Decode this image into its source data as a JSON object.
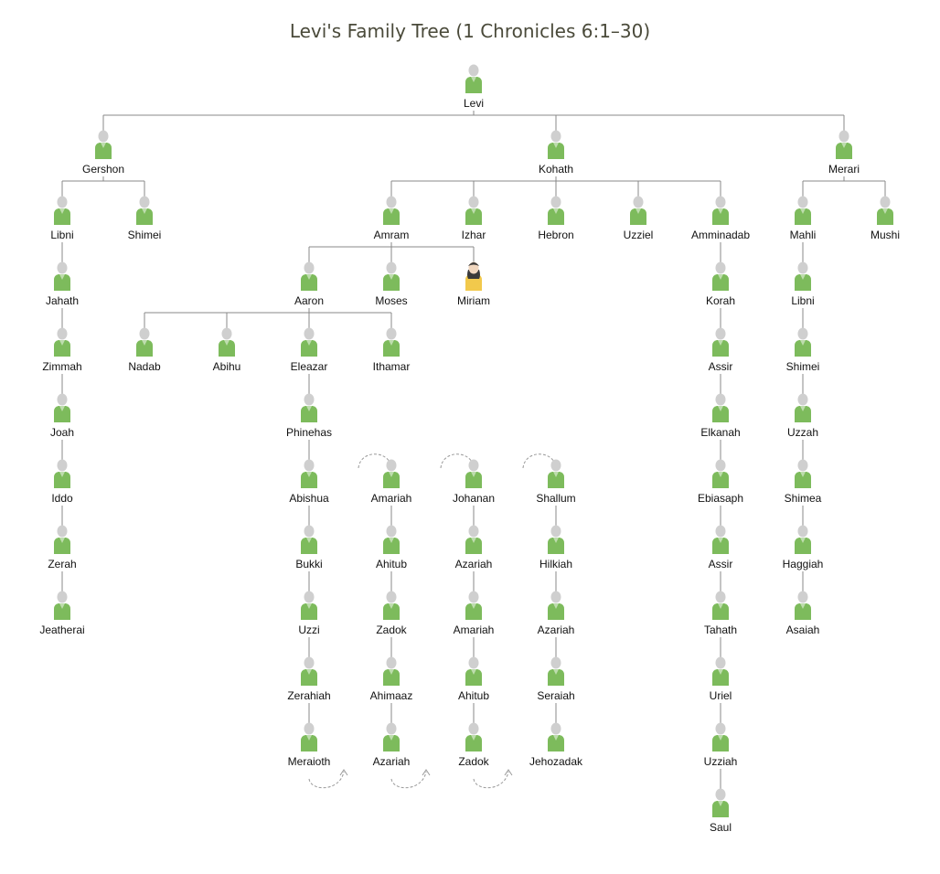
{
  "title": "Levi's Family Tree (1 Chronicles 6:1–30)",
  "colors": {
    "male_body": "#7dbb5c",
    "female_body": "#f2c94c",
    "head": "#cfcfcf",
    "female_hair": "#3a3a3a",
    "line": "#888888",
    "arc": "#999999"
  },
  "nodes": [
    {
      "id": "levi",
      "name": "Levi",
      "gender": "m"
    },
    {
      "id": "gershon",
      "name": "Gershon",
      "gender": "m"
    },
    {
      "id": "kohath",
      "name": "Kohath",
      "gender": "m"
    },
    {
      "id": "merari",
      "name": "Merari",
      "gender": "m"
    },
    {
      "id": "libni1",
      "name": "Libni",
      "gender": "m"
    },
    {
      "id": "shimei1",
      "name": "Shimei",
      "gender": "m"
    },
    {
      "id": "jahath1",
      "name": "Jahath",
      "gender": "m"
    },
    {
      "id": "zimmah",
      "name": "Zimmah",
      "gender": "m"
    },
    {
      "id": "joah",
      "name": "Joah",
      "gender": "m"
    },
    {
      "id": "iddo",
      "name": "Iddo",
      "gender": "m"
    },
    {
      "id": "zerah",
      "name": "Zerah",
      "gender": "m"
    },
    {
      "id": "jeatherai",
      "name": "Jeatherai",
      "gender": "m"
    },
    {
      "id": "amram",
      "name": "Amram",
      "gender": "m"
    },
    {
      "id": "izhar",
      "name": "Izhar",
      "gender": "m"
    },
    {
      "id": "hebron",
      "name": "Hebron",
      "gender": "m"
    },
    {
      "id": "uzziel",
      "name": "Uzziel",
      "gender": "m"
    },
    {
      "id": "amminadab",
      "name": "Amminadab",
      "gender": "m"
    },
    {
      "id": "aaron",
      "name": "Aaron",
      "gender": "m"
    },
    {
      "id": "moses",
      "name": "Moses",
      "gender": "m"
    },
    {
      "id": "miriam",
      "name": "Miriam",
      "gender": "f"
    },
    {
      "id": "nadab",
      "name": "Nadab",
      "gender": "m"
    },
    {
      "id": "abihu",
      "name": "Abihu",
      "gender": "m"
    },
    {
      "id": "eleazar",
      "name": "Eleazar",
      "gender": "m"
    },
    {
      "id": "ithamar",
      "name": "Ithamar",
      "gender": "m"
    },
    {
      "id": "phinehas",
      "name": "Phinehas",
      "gender": "m"
    },
    {
      "id": "abishua",
      "name": "Abishua",
      "gender": "m"
    },
    {
      "id": "bukki",
      "name": "Bukki",
      "gender": "m"
    },
    {
      "id": "uzzi",
      "name": "Uzzi",
      "gender": "m"
    },
    {
      "id": "zerahiah",
      "name": "Zerahiah",
      "gender": "m"
    },
    {
      "id": "meraioth",
      "name": "Meraioth",
      "gender": "m"
    },
    {
      "id": "amariah1",
      "name": "Amariah",
      "gender": "m"
    },
    {
      "id": "ahitub1",
      "name": "Ahitub",
      "gender": "m"
    },
    {
      "id": "zadok1",
      "name": "Zadok",
      "gender": "m"
    },
    {
      "id": "ahimaaz",
      "name": "Ahimaaz",
      "gender": "m"
    },
    {
      "id": "azariah1",
      "name": "Azariah",
      "gender": "m"
    },
    {
      "id": "johanan",
      "name": "Johanan",
      "gender": "m"
    },
    {
      "id": "azariah2",
      "name": "Azariah",
      "gender": "m"
    },
    {
      "id": "amariah2",
      "name": "Amariah",
      "gender": "m"
    },
    {
      "id": "ahitub2",
      "name": "Ahitub",
      "gender": "m"
    },
    {
      "id": "zadok2",
      "name": "Zadok",
      "gender": "m"
    },
    {
      "id": "shallum",
      "name": "Shallum",
      "gender": "m"
    },
    {
      "id": "hilkiah",
      "name": "Hilkiah",
      "gender": "m"
    },
    {
      "id": "azariah3",
      "name": "Azariah",
      "gender": "m"
    },
    {
      "id": "seraiah",
      "name": "Seraiah",
      "gender": "m"
    },
    {
      "id": "jehozadak",
      "name": "Jehozadak",
      "gender": "m"
    },
    {
      "id": "korah",
      "name": "Korah",
      "gender": "m"
    },
    {
      "id": "assir1",
      "name": "Assir",
      "gender": "m"
    },
    {
      "id": "elkanah",
      "name": "Elkanah",
      "gender": "m"
    },
    {
      "id": "ebiasaph",
      "name": "Ebiasaph",
      "gender": "m"
    },
    {
      "id": "assir2",
      "name": "Assir",
      "gender": "m"
    },
    {
      "id": "tahath",
      "name": "Tahath",
      "gender": "m"
    },
    {
      "id": "uriel",
      "name": "Uriel",
      "gender": "m"
    },
    {
      "id": "uzziah",
      "name": "Uzziah",
      "gender": "m"
    },
    {
      "id": "saul",
      "name": "Saul",
      "gender": "m"
    },
    {
      "id": "mahli",
      "name": "Mahli",
      "gender": "m"
    },
    {
      "id": "mushi",
      "name": "Mushi",
      "gender": "m"
    },
    {
      "id": "libni2",
      "name": "Libni",
      "gender": "m"
    },
    {
      "id": "shimei2",
      "name": "Shimei",
      "gender": "m"
    },
    {
      "id": "uzzah",
      "name": "Uzzah",
      "gender": "m"
    },
    {
      "id": "shimea",
      "name": "Shimea",
      "gender": "m"
    },
    {
      "id": "haggiah",
      "name": "Haggiah",
      "gender": "m"
    },
    {
      "id": "asaiah",
      "name": "Asaiah",
      "gender": "m"
    }
  ],
  "edges": [
    [
      "levi",
      "gershon"
    ],
    [
      "levi",
      "kohath"
    ],
    [
      "levi",
      "merari"
    ],
    [
      "gershon",
      "libni1"
    ],
    [
      "gershon",
      "shimei1"
    ],
    [
      "libni1",
      "jahath1"
    ],
    [
      "jahath1",
      "zimmah"
    ],
    [
      "zimmah",
      "joah"
    ],
    [
      "joah",
      "iddo"
    ],
    [
      "iddo",
      "zerah"
    ],
    [
      "zerah",
      "jeatherai"
    ],
    [
      "kohath",
      "amram"
    ],
    [
      "kohath",
      "izhar"
    ],
    [
      "kohath",
      "hebron"
    ],
    [
      "kohath",
      "uzziel"
    ],
    [
      "kohath",
      "amminadab"
    ],
    [
      "amram",
      "aaron"
    ],
    [
      "amram",
      "moses"
    ],
    [
      "amram",
      "miriam"
    ],
    [
      "aaron",
      "nadab"
    ],
    [
      "aaron",
      "abihu"
    ],
    [
      "aaron",
      "eleazar"
    ],
    [
      "aaron",
      "ithamar"
    ],
    [
      "eleazar",
      "phinehas"
    ],
    [
      "phinehas",
      "abishua"
    ],
    [
      "abishua",
      "bukki"
    ],
    [
      "bukki",
      "uzzi"
    ],
    [
      "uzzi",
      "zerahiah"
    ],
    [
      "zerahiah",
      "meraioth"
    ],
    [
      "amariah1",
      "ahitub1"
    ],
    [
      "ahitub1",
      "zadok1"
    ],
    [
      "zadok1",
      "ahimaaz"
    ],
    [
      "ahimaaz",
      "azariah1"
    ],
    [
      "johanan",
      "azariah2"
    ],
    [
      "azariah2",
      "amariah2"
    ],
    [
      "amariah2",
      "ahitub2"
    ],
    [
      "ahitub2",
      "zadok2"
    ],
    [
      "shallum",
      "hilkiah"
    ],
    [
      "hilkiah",
      "azariah3"
    ],
    [
      "azariah3",
      "seraiah"
    ],
    [
      "seraiah",
      "jehozadak"
    ],
    [
      "amminadab",
      "korah"
    ],
    [
      "korah",
      "assir1"
    ],
    [
      "assir1",
      "elkanah"
    ],
    [
      "elkanah",
      "ebiasaph"
    ],
    [
      "ebiasaph",
      "assir2"
    ],
    [
      "assir2",
      "tahath"
    ],
    [
      "tahath",
      "uriel"
    ],
    [
      "uriel",
      "uzziah"
    ],
    [
      "uzziah",
      "saul"
    ],
    [
      "merari",
      "mahli"
    ],
    [
      "merari",
      "mushi"
    ],
    [
      "mahli",
      "libni2"
    ],
    [
      "libni2",
      "shimei2"
    ],
    [
      "shimei2",
      "uzzah"
    ],
    [
      "uzzah",
      "shimea"
    ],
    [
      "shimea",
      "haggiah"
    ],
    [
      "haggiah",
      "asaiah"
    ]
  ],
  "continuations": [
    [
      "meraioth",
      "amariah1"
    ],
    [
      "azariah1",
      "johanan"
    ],
    [
      "zadok2",
      "shallum"
    ]
  ]
}
